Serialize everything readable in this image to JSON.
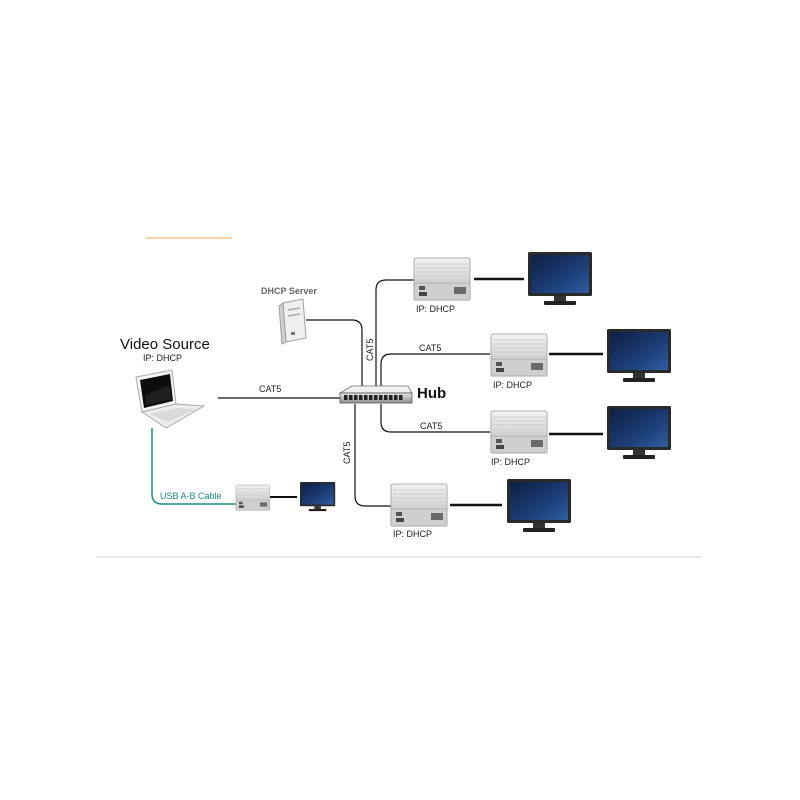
{
  "source": {
    "title": "Video Source",
    "ip": "IP: DHCP"
  },
  "dhcp_server": {
    "label": "DHCP Server"
  },
  "hub": {
    "label": "Hub"
  },
  "links": {
    "source_hub": "CAT5",
    "dhcp_hub": "CAT5",
    "hub_rx2": "CAT5",
    "hub_rx3": "CAT5",
    "hub_rx4": "CAT5"
  },
  "usb": {
    "label": "USB A-B Cable"
  },
  "receivers": [
    {
      "ip": "IP: DHCP"
    },
    {
      "ip": "IP: DHCP"
    },
    {
      "ip": "IP: DHCP"
    },
    {
      "ip": "IP: DHCP"
    }
  ],
  "colors": {
    "usb_cable": "#1f8a8a",
    "accent_line": "#f2c98c",
    "screen": "#1d3e78"
  }
}
